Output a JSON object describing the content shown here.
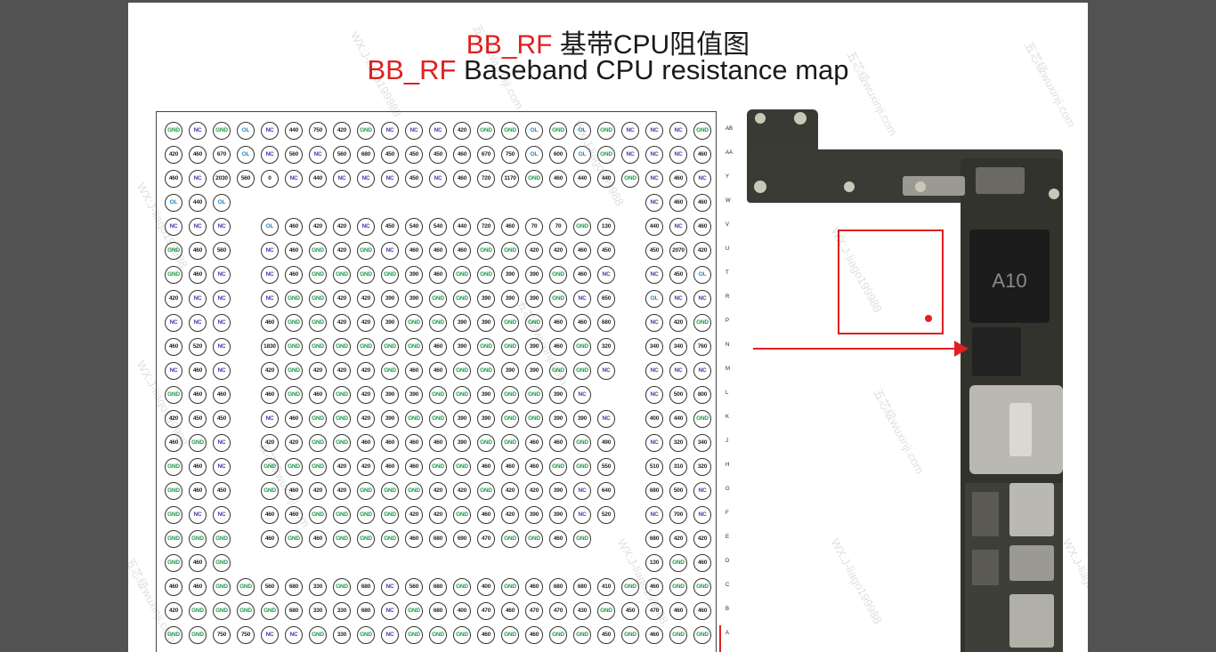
{
  "title": {
    "cn_prefix": "BB_RF",
    "cn_text": " 基带CPU阻值图",
    "en_prefix": "BB_RF",
    "en_text": " Baseband CPU resistance map"
  },
  "watermarks": [
    "WX:J-liago199988",
    "五芯级wuxinji.com"
  ],
  "chip_label": "A10",
  "colors": {
    "accent": "#e02020",
    "gnd": "#1e9a48",
    "nc": "#3a3aa8",
    "ol": "#2a86c4",
    "chrome": "#525252"
  },
  "row_labels": [
    "AB",
    "AA",
    "Y",
    "W",
    "V",
    "U",
    "T",
    "R",
    "P",
    "N",
    "M",
    "L",
    "K",
    "J",
    "H",
    "G",
    "F",
    "E",
    "D",
    "C",
    "B",
    "A"
  ],
  "grid_rows": [
    [
      "GND",
      "NC",
      "GND",
      "OL",
      "NC",
      "440",
      "750",
      "420",
      "GND",
      "NC",
      "NC",
      "NC",
      "420",
      "GND",
      "GND",
      "OL",
      "GND",
      "OL",
      "GND",
      "NC",
      "NC",
      "NC",
      "GND"
    ],
    [
      "420",
      "460",
      "670",
      "OL",
      "NC",
      "560",
      "NC",
      "560",
      "680",
      "450",
      "450",
      "450",
      "460",
      "670",
      "750",
      "OL",
      "600",
      "OL",
      "GND",
      "NC",
      "NC",
      "NC",
      "460"
    ],
    [
      "460",
      "NC",
      "2030",
      "560",
      "0",
      "NC",
      "440",
      "NC",
      "NC",
      "NC",
      "450",
      "NC",
      "460",
      "720",
      "1170",
      "GND",
      "460",
      "440",
      "440",
      "GND",
      "NC",
      "460",
      "NC"
    ],
    [
      "OL",
      "440",
      "OL",
      "",
      "",
      "",
      "",
      "",
      "",
      "",
      "",
      "",
      "",
      "",
      "",
      "",
      "",
      "",
      "",
      "",
      "NC",
      "460",
      "460"
    ],
    [
      "NC",
      "NC",
      "NC",
      "",
      "OL",
      "460",
      "420",
      "420",
      "NC",
      "450",
      "540",
      "540",
      "440",
      "720",
      "460",
      "70",
      "70",
      "GND",
      "130",
      "",
      "440",
      "NC",
      "460"
    ],
    [
      "GND",
      "460",
      "560",
      "",
      "NC",
      "460",
      "GND",
      "420",
      "GND",
      "NC",
      "460",
      "460",
      "460",
      "GND",
      "GND",
      "420",
      "420",
      "460",
      "450",
      "",
      "450",
      "2070",
      "420"
    ],
    [
      "GND",
      "460",
      "NC",
      "",
      "NC",
      "460",
      "GND",
      "GND",
      "GND",
      "GND",
      "390",
      "460",
      "GND",
      "GND",
      "390",
      "390",
      "GND",
      "460",
      "NC",
      "",
      "NC",
      "450",
      "OL"
    ],
    [
      "420",
      "NC",
      "NC",
      "",
      "NC",
      "GND",
      "GND",
      "420",
      "420",
      "390",
      "390",
      "GND",
      "GND",
      "390",
      "390",
      "390",
      "GND",
      "NC",
      "650",
      "",
      "OL",
      "NC",
      "NC"
    ],
    [
      "NC",
      "NC",
      "NC",
      "",
      "460",
      "GND",
      "GND",
      "420",
      "420",
      "390",
      "GND",
      "GND",
      "390",
      "390",
      "GND",
      "GND",
      "460",
      "460",
      "680",
      "",
      "NC",
      "420",
      "GND"
    ],
    [
      "460",
      "520",
      "NC",
      "",
      "1830",
      "GND",
      "GND",
      "GND",
      "GND",
      "GND",
      "GND",
      "460",
      "390",
      "GND",
      "GND",
      "390",
      "460",
      "GND",
      "320",
      "",
      "340",
      "340",
      "760"
    ],
    [
      "NC",
      "460",
      "NC",
      "",
      "420",
      "GND",
      "420",
      "420",
      "420",
      "GND",
      "460",
      "460",
      "GND",
      "GND",
      "390",
      "390",
      "GND",
      "GND",
      "NC",
      "",
      "NC",
      "NC",
      "NC"
    ],
    [
      "GND",
      "460",
      "460",
      "",
      "460",
      "GND",
      "460",
      "GND",
      "420",
      "390",
      "390",
      "GND",
      "GND",
      "390",
      "GND",
      "GND",
      "390",
      "NC",
      "",
      "",
      "NC",
      "500",
      "800"
    ],
    [
      "420",
      "450",
      "450",
      "",
      "NC",
      "460",
      "GND",
      "GND",
      "420",
      "390",
      "GND",
      "GND",
      "390",
      "390",
      "GND",
      "GND",
      "390",
      "390",
      "NC",
      "",
      "400",
      "440",
      "GND"
    ],
    [
      "460",
      "GND",
      "NC",
      "",
      "420",
      "420",
      "GND",
      "GND",
      "460",
      "460",
      "460",
      "460",
      "390",
      "GND",
      "GND",
      "460",
      "460",
      "GND",
      "490",
      "",
      "NC",
      "320",
      "340"
    ],
    [
      "GND",
      "460",
      "NC",
      "",
      "GND",
      "GND",
      "GND",
      "420",
      "420",
      "460",
      "460",
      "GND",
      "GND",
      "460",
      "460",
      "460",
      "GND",
      "GND",
      "550",
      "",
      "510",
      "310",
      "320"
    ],
    [
      "GND",
      "460",
      "450",
      "",
      "GND",
      "460",
      "420",
      "420",
      "GND",
      "GND",
      "GND",
      "420",
      "420",
      "GND",
      "420",
      "420",
      "390",
      "NC",
      "640",
      "",
      "680",
      "500",
      "NC"
    ],
    [
      "GND",
      "NC",
      "NC",
      "",
      "460",
      "460",
      "GND",
      "GND",
      "GND",
      "GND",
      "420",
      "420",
      "GND",
      "460",
      "420",
      "390",
      "390",
      "NC",
      "520",
      "",
      "NC",
      "700",
      "NC"
    ],
    [
      "GND",
      "GND",
      "GND",
      "",
      "460",
      "GND",
      "460",
      "GND",
      "GND",
      "GND",
      "460",
      "680",
      "690",
      "470",
      "GND",
      "GND",
      "460",
      "GND",
      "",
      "",
      "680",
      "420",
      "420"
    ],
    [
      "GND",
      "460",
      "GND",
      "",
      "",
      "",
      "",
      "",
      "",
      "",
      "",
      "",
      "",
      "",
      "",
      "",
      "",
      "",
      "",
      "",
      "130",
      "GND",
      "460"
    ],
    [
      "460",
      "460",
      "GND",
      "GND",
      "560",
      "680",
      "330",
      "GND",
      "680",
      "NC",
      "560",
      "680",
      "GND",
      "400",
      "GND",
      "460",
      "680",
      "680",
      "410",
      "GND",
      "460",
      "GND",
      "GND"
    ],
    [
      "420",
      "GND",
      "GND",
      "GND",
      "GND",
      "680",
      "330",
      "330",
      "680",
      "NC",
      "GND",
      "680",
      "400",
      "470",
      "460",
      "470",
      "470",
      "430",
      "GND",
      "450",
      "470",
      "460",
      "460"
    ],
    [
      "GND",
      "GND",
      "750",
      "750",
      "NC",
      "NC",
      "GND",
      "330",
      "GND",
      "NC",
      "GND",
      "GND",
      "GND",
      "460",
      "GND",
      "460",
      "GND",
      "GND",
      "450",
      "GND",
      "460",
      "GND",
      "GND"
    ]
  ]
}
